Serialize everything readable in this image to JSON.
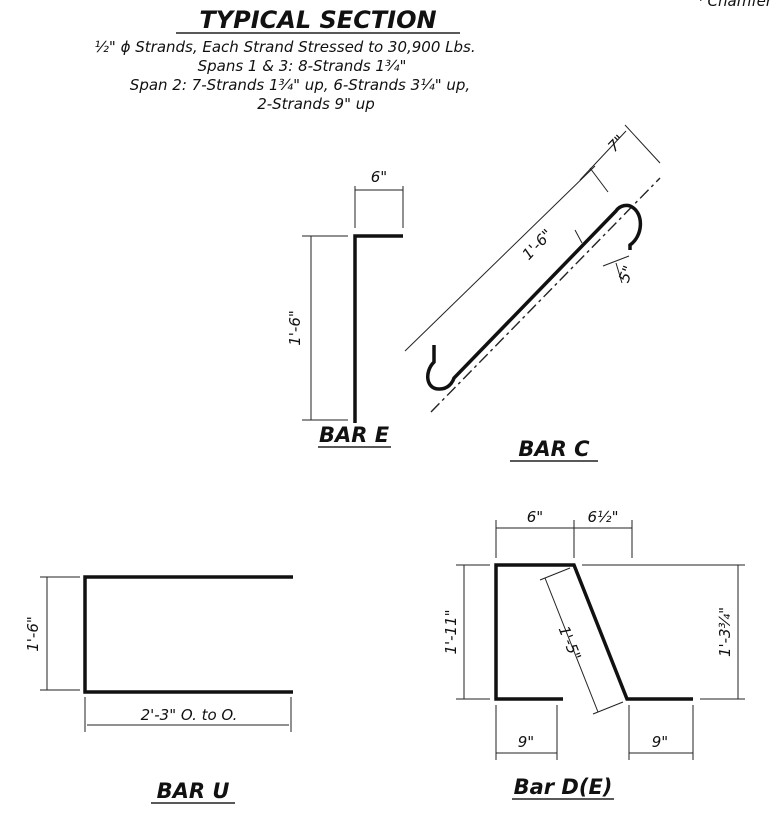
{
  "header": {
    "corner_text": "⁴ Chamfer",
    "title": "TYPICAL SECTION",
    "notes": [
      "½\" ϕ Strands, Each Strand Stressed to 30,900 Lbs.",
      "Spans 1 & 3: 8-Strands 1¾\"",
      "Span 2: 7-Strands 1¾\" up, 6-Strands 3¼\" up,",
      "2-Strands 9\" up"
    ]
  },
  "bars": {
    "e": {
      "caption": "BAR E",
      "hook": "6\"",
      "height": "1'-6\""
    },
    "c": {
      "caption": "BAR C",
      "hook": "7\"",
      "length": "1'-6\"",
      "end": "5\""
    },
    "u": {
      "caption": "BAR U",
      "height": "1'-6\"",
      "width": "2'-3\" O. to O."
    },
    "d": {
      "caption": "Bar D(E)",
      "top_left": "6\"",
      "top_right": "6½\"",
      "left_height": "1'-11\"",
      "diagonal": "1'-5\"",
      "right_height": "1'-3¾\"",
      "bottom_left": "9\"",
      "bottom_right": "9\""
    }
  }
}
